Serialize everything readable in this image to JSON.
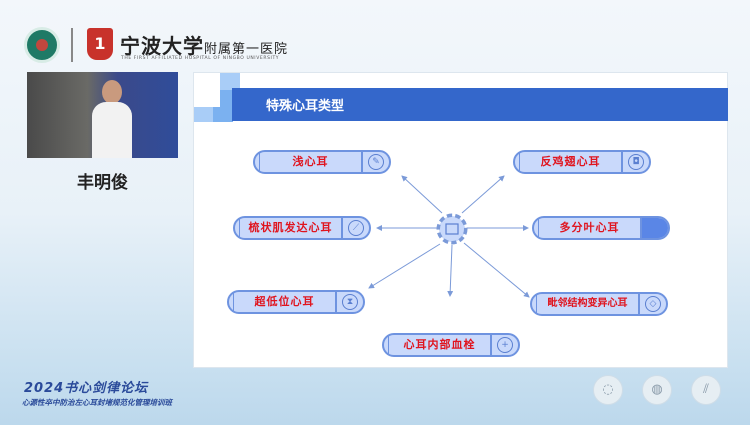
{
  "header": {
    "university_name": "宁波大学",
    "hospital_name": "附属第一医院",
    "english_name": "THE FIRST AFFILIATED HOSPITAL OF NINGBO UNIVERSITY",
    "logo2_mark": "1"
  },
  "speaker": {
    "name": "丰明俊"
  },
  "slide": {
    "title": "特殊心耳类型",
    "accent_color": "#3467cb",
    "label_color": "#e0141e",
    "center_icon": "gear-icon",
    "items": [
      {
        "label": "浅心耳",
        "icon": "pen-icon"
      },
      {
        "label": "反鸡翅心耳",
        "icon": "camera-icon"
      },
      {
        "label": "梳状肌发达心耳",
        "icon": "wrench-icon"
      },
      {
        "label": "多分叶心耳",
        "icon": "none"
      },
      {
        "label": "超低位心耳",
        "icon": "hourglass-icon"
      },
      {
        "label": "毗邻结构变异心耳",
        "icon": "diamond-icon"
      },
      {
        "label": "心耳内部血栓",
        "icon": "plus-icon"
      }
    ]
  },
  "footer": {
    "title": "2024书心剑律论坛",
    "subtitle": "心源性卒中防治左心耳封堵规范化管理培训班"
  }
}
